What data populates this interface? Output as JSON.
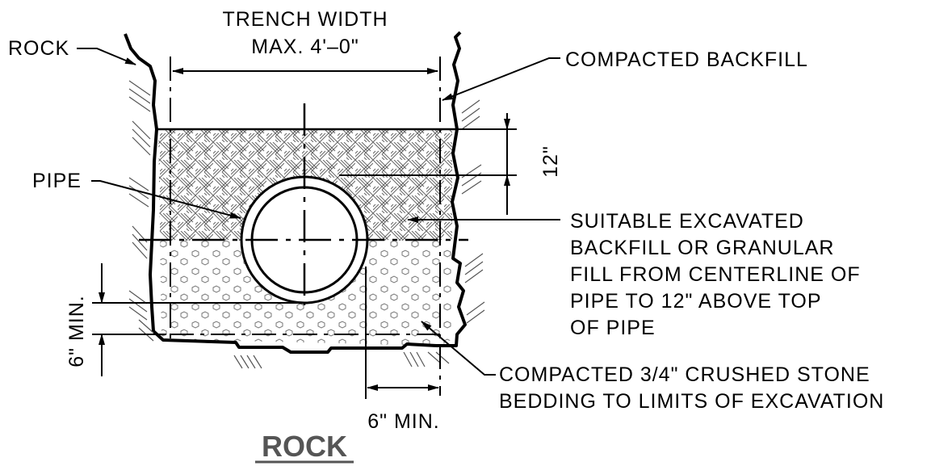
{
  "title": "ROCK",
  "labels": {
    "trench_width_line1": "TRENCH WIDTH",
    "trench_width_line2": "MAX. 4'–0\"",
    "rock": "ROCK",
    "compacted_backfill": "COMPACTED BACKFILL",
    "pipe": "PIPE",
    "twelve_in": "12\"",
    "suitable_line1": "SUITABLE EXCAVATED",
    "suitable_line2": "BACKFILL OR GRANULAR",
    "suitable_line3": "FILL FROM CENTERLINE OF",
    "suitable_line4": "PIPE TO 12\" ABOVE TOP",
    "suitable_line5": "OF PIPE",
    "six_min_left": "6\" MIN.",
    "six_min_bottom": "6\" MIN.",
    "stone_line1": "COMPACTED 3/4\" CRUSHED STONE",
    "stone_line2": "BEDDING TO LIMITS OF EXCAVATION"
  }
}
